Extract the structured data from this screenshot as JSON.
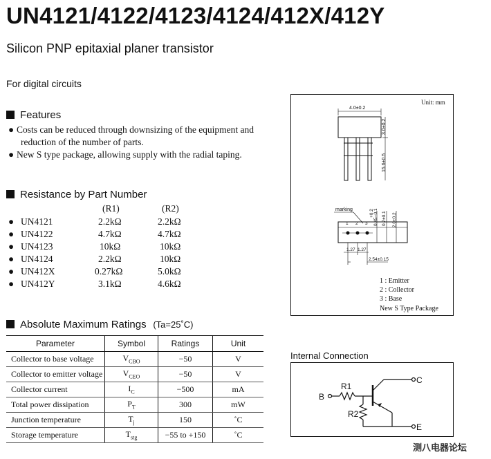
{
  "title": "UN4121/4122/4123/4124/412X/412Y",
  "subtitle": "Silicon PNP epitaxial planer transistor",
  "application": "For digital circuits",
  "features": {
    "heading": "Features",
    "items": [
      "Costs can be reduced through downsizing of the equipment and",
      "reduction of the number of parts.",
      "New S type package, allowing supply with the radial taping."
    ]
  },
  "resistance": {
    "heading": "Resistance by Part Number",
    "col_r1": "(R1)",
    "col_r2": "(R2)",
    "rows": [
      {
        "part": "UN4121",
        "r1": "2.2kΩ",
        "r2": "2.2kΩ"
      },
      {
        "part": "UN4122",
        "r1": "4.7kΩ",
        "r2": "4.7kΩ"
      },
      {
        "part": "UN4123",
        "r1": "10kΩ",
        "r2": "10kΩ"
      },
      {
        "part": "UN4124",
        "r1": "2.2kΩ",
        "r2": "10kΩ"
      },
      {
        "part": "UN412X",
        "r1": "0.27kΩ",
        "r2": "5.0kΩ"
      },
      {
        "part": "UN412Y",
        "r1": "3.1kΩ",
        "r2": "4.6kΩ"
      }
    ]
  },
  "ratings": {
    "heading": "Absolute Maximum Ratings",
    "condition": "(Ta=25˚C)",
    "headers": [
      "Parameter",
      "Symbol",
      "Ratings",
      "Unit"
    ],
    "rows": [
      {
        "param": "Collector to base voltage",
        "sym": "V",
        "sub": "CBO",
        "val": "−50",
        "unit": "V"
      },
      {
        "param": "Collector to emitter voltage",
        "sym": "V",
        "sub": "CEO",
        "val": "−50",
        "unit": "V"
      },
      {
        "param": "Collector current",
        "sym": "I",
        "sub": "C",
        "val": "−500",
        "unit": "mA"
      },
      {
        "param": "Total power dissipation",
        "sym": "P",
        "sub": "T",
        "val": "300",
        "unit": "mW"
      },
      {
        "param": "Junction temperature",
        "sym": "T",
        "sub": "j",
        "val": "150",
        "unit": "˚C"
      },
      {
        "param": "Storage temperature",
        "sym": "T",
        "sub": "stg",
        "val": "−55 to +150",
        "unit": "˚C"
      }
    ]
  },
  "package": {
    "unit": "Unit: mm",
    "dim_width": "4.0±0.2",
    "dim_height": "3.0±0.2",
    "dim_lead": "15.6±0.5",
    "marking": "marking",
    "dim_a": "+0.2",
    "dim_a2": "0.45−0.1",
    "dim_b": "0.7±0.1",
    "dim_c": "2.0±0.2",
    "pin_nums": [
      "1",
      "2",
      "3"
    ],
    "dim_pitch1": "1.27",
    "dim_pitch2": "1.27",
    "dim_span": "2.54±0.15",
    "legend": [
      "1 : Emitter",
      "2 : Collector",
      "3 : Base",
      "New S Type  Package"
    ]
  },
  "internal": {
    "heading": "Internal Connection",
    "B": "B",
    "C": "C",
    "E": "E",
    "R1": "R1",
    "R2": "R2"
  },
  "watermark": "测八电器论坛"
}
